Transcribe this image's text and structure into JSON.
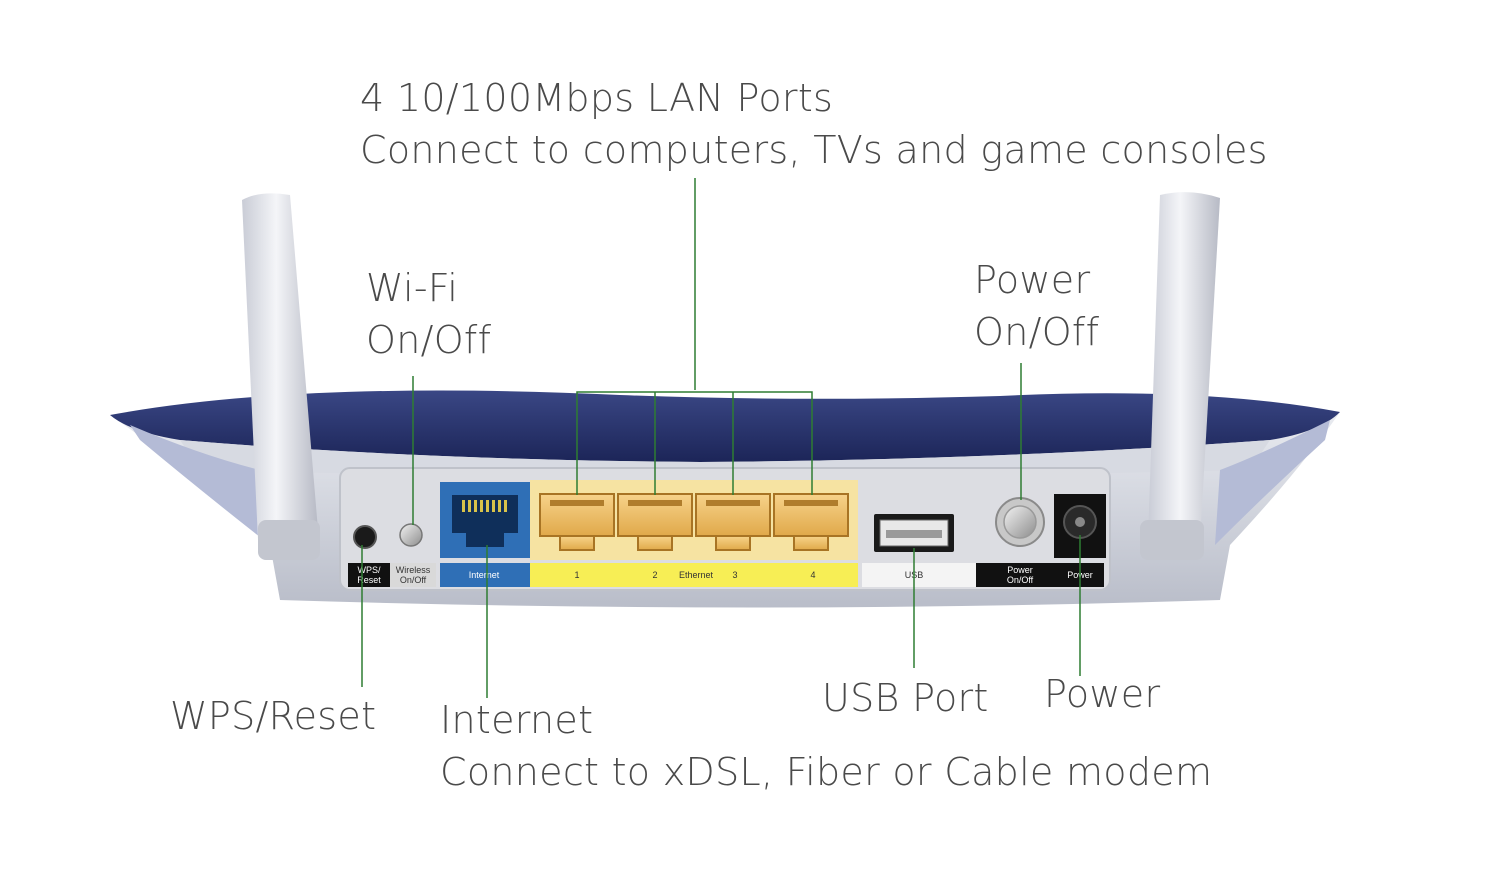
{
  "callouts": {
    "lan_title": "4 10/100Mbps LAN Ports",
    "lan_desc": "Connect to computers, TVs and game consoles",
    "wifi_line1": "Wi-Fi",
    "wifi_line2": "On/Off",
    "power_switch_line1": "Power",
    "power_switch_line2": "On/Off",
    "wps_reset": "WPS/Reset",
    "internet_title": "Internet",
    "internet_desc": "Connect to xDSL, Fiber or Cable modem",
    "usb_port": "USB Port",
    "power": "Power"
  },
  "panel_labels": {
    "wps_reset_1": "WPS/",
    "wps_reset_2": "Reset",
    "wireless_1": "Wireless",
    "wireless_2": "On/Off",
    "internet": "Internet",
    "port_1": "1",
    "port_2": "2",
    "ethernet": "Ethernet",
    "port_3": "3",
    "port_4": "4",
    "usb": "USB",
    "power_switch_1": "Power",
    "power_switch_2": "On/Off",
    "power": "Power"
  },
  "colors": {
    "leader_line": "#2e7d32",
    "router_top": "#25306a",
    "lan_port": "#f2c46a",
    "internet_port": "#2f6fb6",
    "lan_label_band": "#f7ee55"
  }
}
